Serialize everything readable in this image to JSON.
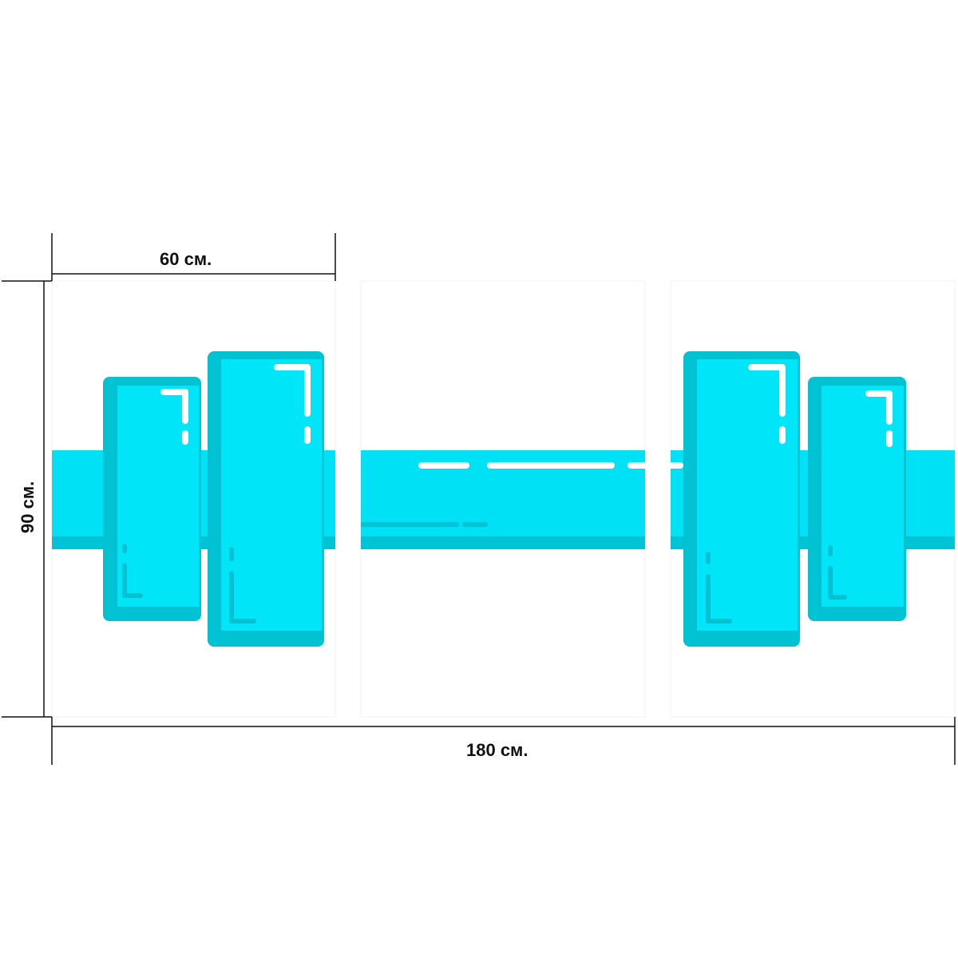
{
  "dimensions": {
    "panel_width_label": "60 см.",
    "total_width_label": "180 см.",
    "height_label": "90 см."
  },
  "artwork": {
    "subject_icon": "dumbbell-icon",
    "panel_count": 3
  },
  "colors": {
    "background": "#ffffff",
    "panel": "#ffffff",
    "bar": "#00e1f5",
    "bar_shadow": "#00c4d6",
    "plate_face": "#00e5f7",
    "plate_rim": "#00c2d3",
    "highlight": "#ffffff",
    "dimension_line": "#111111"
  }
}
